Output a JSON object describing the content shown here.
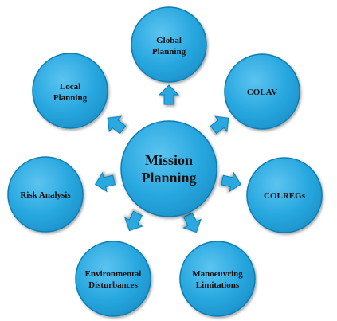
{
  "diagram": {
    "center": {
      "line1": "Mission",
      "line2": "Planning"
    },
    "nodes": [
      {
        "id": "global-planning",
        "line1": "Global",
        "line2": "Planning"
      },
      {
        "id": "colav",
        "line1": "COLAV",
        "line2": ""
      },
      {
        "id": "colregs",
        "line1": "COLREGs",
        "line2": ""
      },
      {
        "id": "manoeuvring-limitations",
        "line1": "Manoeuvring",
        "line2": "Limitations"
      },
      {
        "id": "environmental-disturbances",
        "line1": "Environmental",
        "line2": "Disturbances"
      },
      {
        "id": "risk-analysis",
        "line1": "Risk Analysis",
        "line2": ""
      },
      {
        "id": "local-planning",
        "line1": "Local",
        "line2": "Planning"
      }
    ],
    "colors": {
      "circle_fill": "#29A8E0",
      "circle_stroke": "#0E7EB4",
      "arrow_fill": "#29A8E0",
      "arrow_stroke": "#0E7EB4",
      "text": "#111111"
    }
  }
}
